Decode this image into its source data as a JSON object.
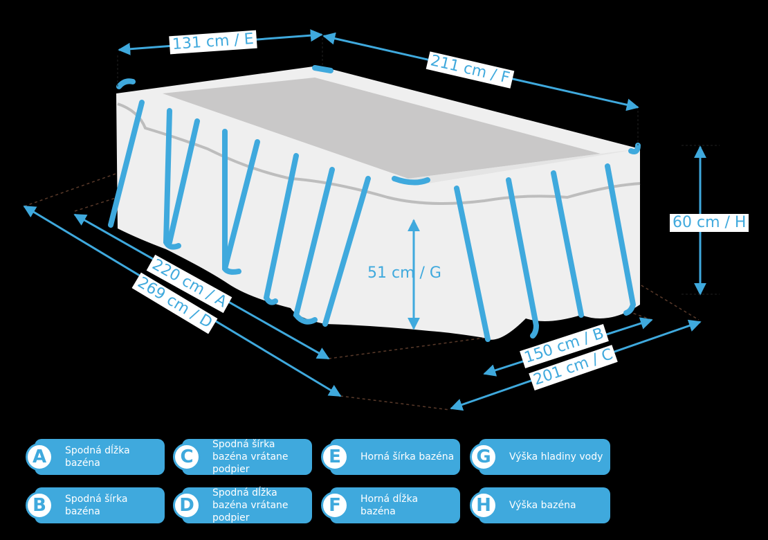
{
  "dimensions": {
    "A": "220 cm / A",
    "B": "150 cm / B",
    "C": "201 cm / C",
    "D": "269 cm / D",
    "E": "131 cm / E",
    "F": "211 cm / F",
    "G": "51 cm / G",
    "H": "60 cm / H"
  },
  "legend": [
    {
      "letter": "A",
      "text": "Spodná dĺžka bazéna"
    },
    {
      "letter": "B",
      "text": "Spodná šírka bazéna"
    },
    {
      "letter": "C",
      "text": "Spodná šírka bazéna vrátane podpier"
    },
    {
      "letter": "D",
      "text": "Spodná dĺžka bazéna vrátane podpier"
    },
    {
      "letter": "E",
      "text": "Horná šírka bazéna"
    },
    {
      "letter": "F",
      "text": "Horná dĺžka bazéna"
    },
    {
      "letter": "G",
      "text": "Výška hladiny vody"
    },
    {
      "letter": "H",
      "text": "Výška bazéna"
    }
  ],
  "colors": {
    "accent": "#3fa9dd",
    "pool": "#efefef",
    "water": "#c9c8c8"
  }
}
